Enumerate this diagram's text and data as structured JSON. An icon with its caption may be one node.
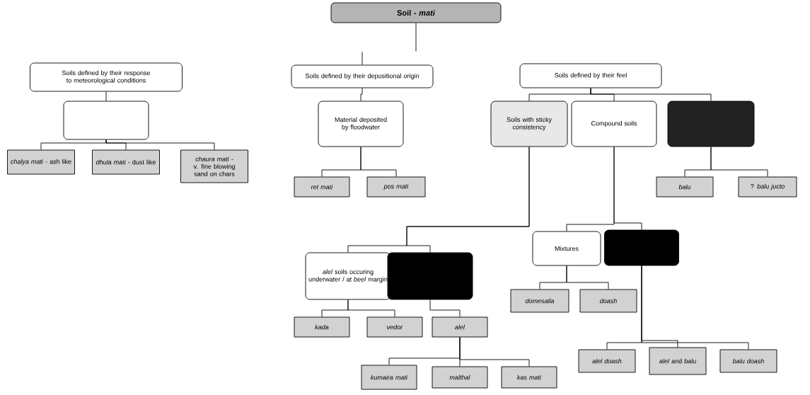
{
  "diagram": {
    "nodes": [
      {
        "text": [
          "Soil - *mati*"
        ]
      },
      {
        "text": [
          "Soils defined by their response to meteorological conditions"
        ]
      },
      {
        "text": [],
        "shape": "box"
      },
      {
        "text": [
          "*chalya mati* - ash like"
        ]
      },
      {
        "text": [
          "*dhula mati* - dust like"
        ]
      },
      {
        "text": [
          "*chaura mati* - v. fine blowing sand on chars"
        ]
      },
      {
        "text": [
          "Soils defined by their depositional origin"
        ]
      },
      {
        "text": [
          "Material deposited by floodwater"
        ]
      },
      {
        "text": [
          "*ret mati*"
        ]
      },
      {
        "text": [
          "*pos mati*"
        ]
      },
      {
        "text": [
          "Soils defined by their feel"
        ]
      },
      {
        "text": [
          "Soils with sticky consistency"
        ]
      },
      {
        "text": [
          "Compound soils"
        ]
      },
      {
        "text": [],
        "shape": "box"
      },
      {
        "text": [
          "*balu*"
        ]
      },
      {
        "text": [
          "? *balu jucto*"
        ]
      },
      {
        "text": [
          "*alel* soils occuring underwater / at *beel* margin"
        ]
      },
      {
        "text": [],
        "shape": "box"
      },
      {
        "text": [
          "*kada*"
        ]
      },
      {
        "text": [
          "*vedor*"
        ]
      },
      {
        "text": [
          "*alel*"
        ]
      },
      {
        "text": [
          "*kumaira mati*"
        ]
      },
      {
        "text": [
          "*malthal*"
        ]
      },
      {
        "text": [
          "*kas mati*"
        ]
      },
      {
        "text": [
          "Mixtures"
        ]
      },
      {
        "text": [],
        "shape": "box"
      },
      {
        "text": [
          "*domesalla*"
        ]
      },
      {
        "text": [
          "*doash*"
        ]
      },
      {
        "text": [
          "*alel doash*"
        ]
      },
      {
        "text": [
          "*alel* and *balu*"
        ]
      },
      {
        "text": [
          "*balu doash*"
        ]
      }
    ],
    "edges": [
      {
        "from": 0,
        "to": null,
        "arrow": "none"
      },
      {
        "from": null,
        "to": 6,
        "arrow": "none"
      },
      {
        "from": 1,
        "to": 2,
        "arrow": "none"
      },
      {
        "from": 2,
        "to": 3,
        "arrow": "none"
      },
      {
        "from": 2,
        "to": 4,
        "arrow": "none"
      },
      {
        "from": 2,
        "to": 5,
        "arrow": "none"
      },
      {
        "from": 6,
        "to": 7,
        "arrow": "none"
      },
      {
        "from": 7,
        "to": 8,
        "arrow": "none"
      },
      {
        "from": 7,
        "to": 9,
        "arrow": "none"
      },
      {
        "from": 10,
        "to": 11,
        "arrow": "none"
      },
      {
        "from": 10,
        "to": 12,
        "arrow": "none"
      },
      {
        "from": 10,
        "to": 13,
        "arrow": "none"
      },
      {
        "from": 13,
        "to": 14,
        "arrow": "none"
      },
      {
        "from": 13,
        "to": 15,
        "arrow": "none"
      },
      {
        "from": 11,
        "to": 16,
        "arrow": "none"
      },
      {
        "from": 11,
        "to": 17,
        "arrow": "none"
      },
      {
        "from": 16,
        "to": 18,
        "arrow": "none"
      },
      {
        "from": 16,
        "to": 19,
        "arrow": "none"
      },
      {
        "from": 17,
        "to": 20,
        "arrow": "none"
      },
      {
        "from": 20,
        "to": 21,
        "arrow": "none"
      },
      {
        "from": 20,
        "to": 22,
        "arrow": "none"
      },
      {
        "from": 20,
        "to": 23,
        "arrow": "none"
      },
      {
        "from": 12,
        "to": 24,
        "arrow": "none"
      },
      {
        "from": 12,
        "to": 25,
        "arrow": "none"
      },
      {
        "from": 24,
        "to": 26,
        "arrow": "none"
      },
      {
        "from": 24,
        "to": 27,
        "arrow": "none"
      },
      {
        "from": 25,
        "to": 28,
        "arrow": "none"
      },
      {
        "from": 25,
        "to": 29,
        "arrow": "none"
      },
      {
        "from": 25,
        "to": 30,
        "arrow": "none"
      }
    ]
  }
}
